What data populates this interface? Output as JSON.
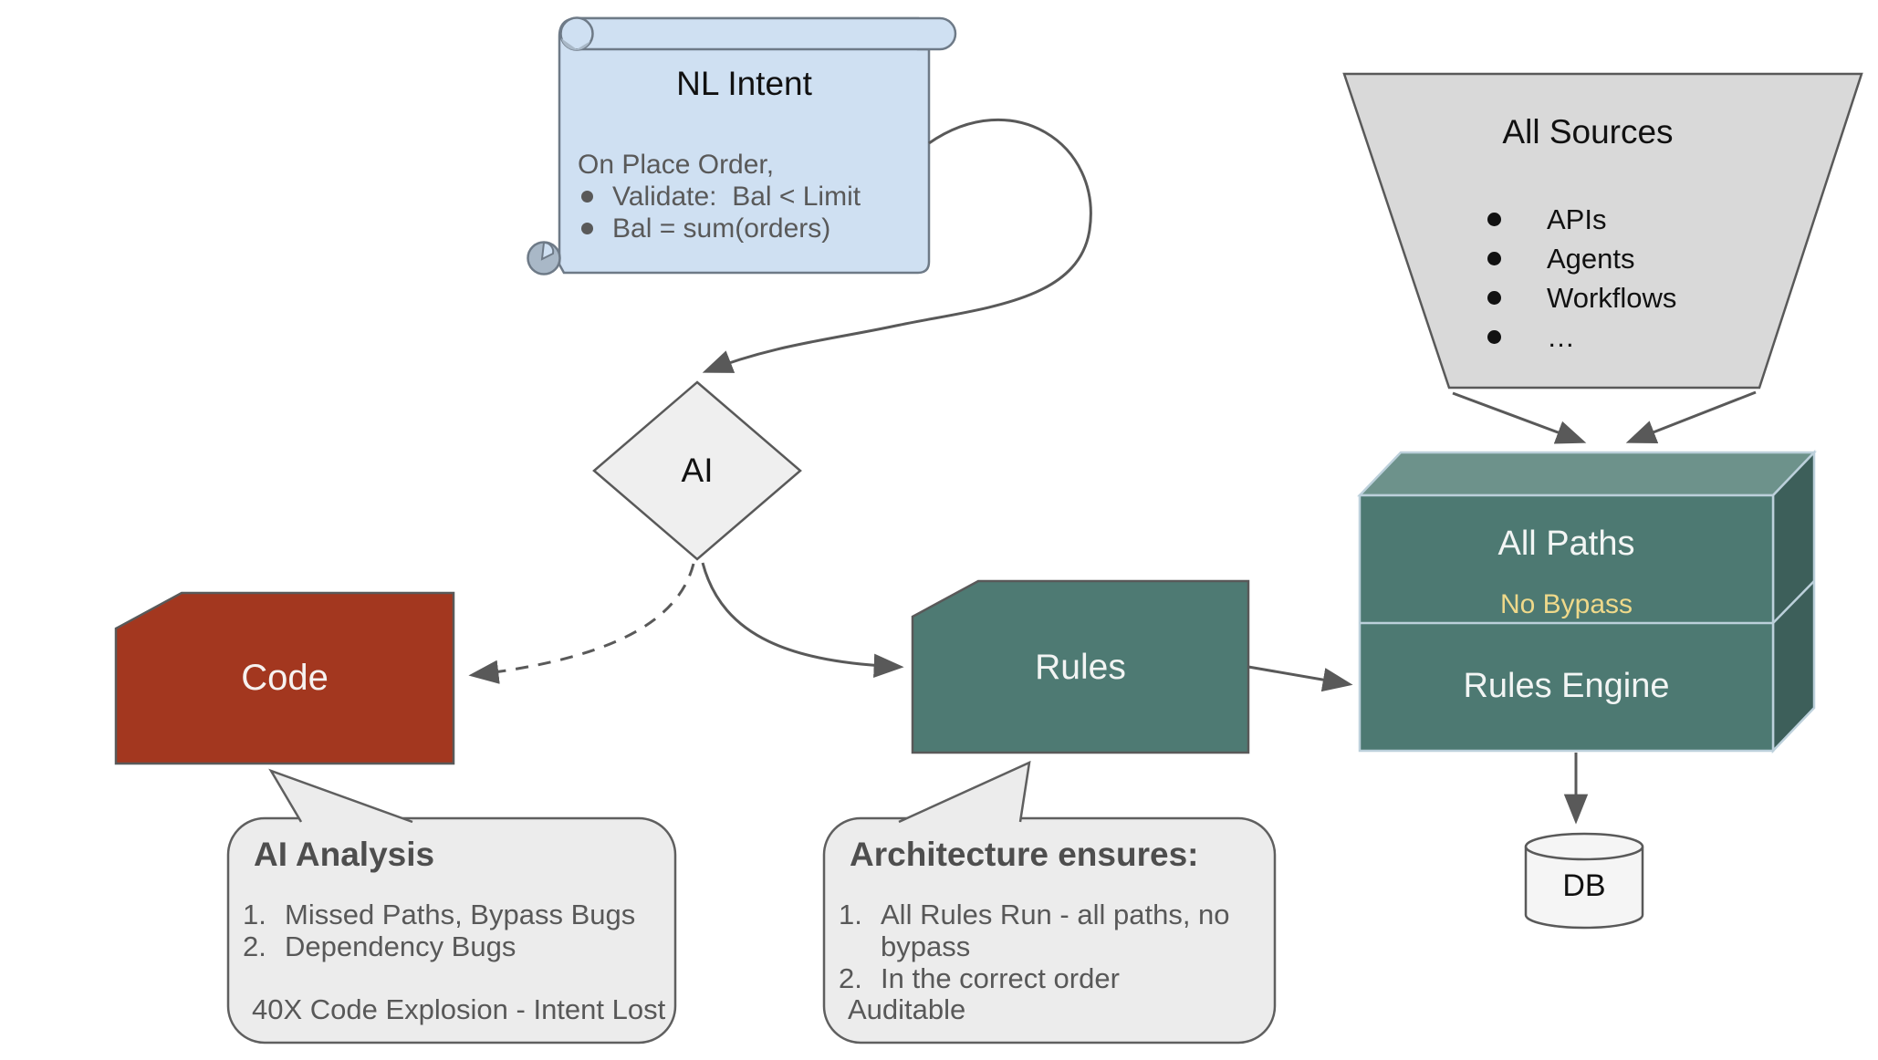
{
  "nl_intent": {
    "title": "NL Intent",
    "intro": "On Place Order,",
    "bullets": [
      "Validate:  Bal < Limit",
      "Bal = sum(orders)"
    ]
  },
  "ai_node": {
    "label": "AI"
  },
  "code_node": {
    "label": "Code"
  },
  "rules_node": {
    "label": "Rules"
  },
  "all_sources": {
    "title": "All Sources",
    "bullets": [
      "APIs",
      "Agents",
      "Workflows",
      "…"
    ]
  },
  "engine": {
    "all_paths": "All Paths",
    "no_bypass": "No Bypass",
    "rules_engine": "Rules Engine"
  },
  "db": {
    "label": "DB"
  },
  "callouts": {
    "ai_analysis": {
      "title": "AI Analysis",
      "items": [
        "Missed Paths, Bypass Bugs",
        "Dependency Bugs"
      ],
      "footer": "40X Code Explosion - Intent Lost"
    },
    "architecture": {
      "title": "Architecture ensures:",
      "items": [
        "All Rules Run - all paths, no bypass",
        "In the correct order"
      ],
      "footer": "Auditable"
    }
  },
  "colors": {
    "code_red": "#A3371F",
    "rules_teal": "#4E7A73",
    "engine_front": "#4D7972",
    "engine_top": "#6D928B",
    "engine_side": "#3D5F5A",
    "engine_edge": "#BCD0DB",
    "no_bypass_text": "#EFD98A",
    "scroll_blue": "#CFE0F2",
    "scroll_curl": "#A9B8C7",
    "sources_gray": "#D9D9D9",
    "diamond_gray": "#EFEFEF",
    "callout_gray": "#ECECEC",
    "db_gray": "#F5F5F5",
    "connector_gray": "#595959"
  }
}
